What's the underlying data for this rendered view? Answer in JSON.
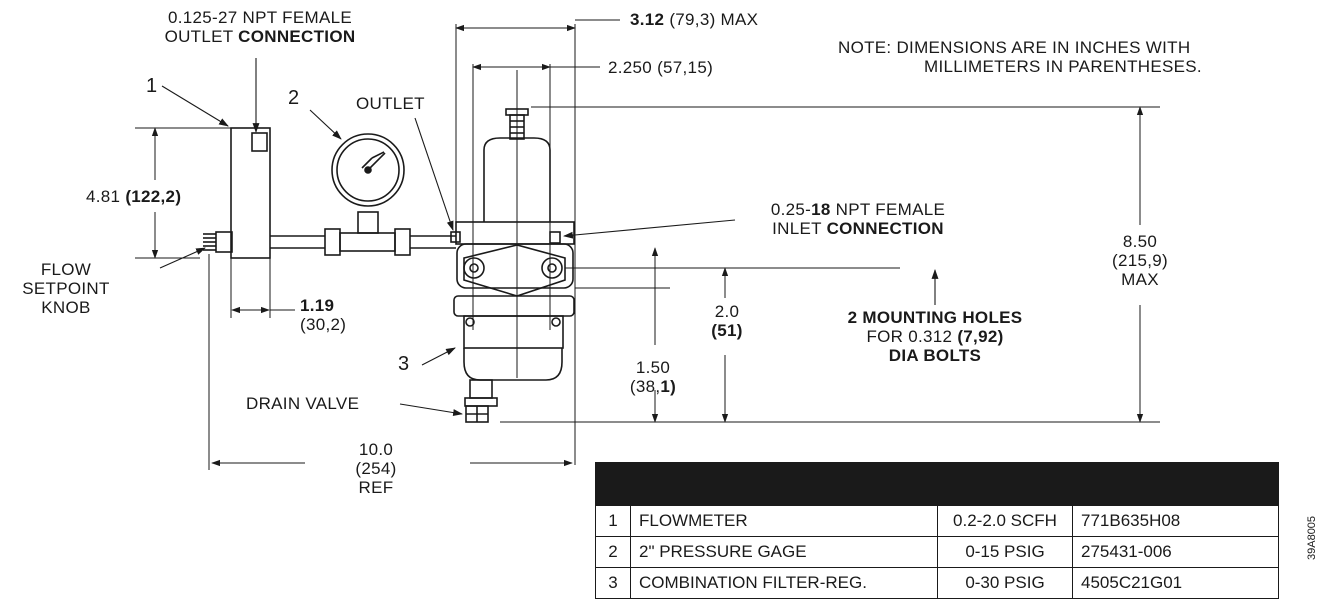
{
  "labels": {
    "outlet_conn_1": "0.125-27 NPT FEMALE",
    "outlet_conn_2a": "OUTLET ",
    "outlet_conn_2b": "CONNECTION",
    "outlet": "OUTLET",
    "dim_312": "3.12",
    "dim_312_mm": " (79,3)  MAX",
    "dim_2250": "2.250  (57,15)",
    "note_a": "NOTE:  ",
    "note_b": "DIMENSIONS ARE IN INCHES WITH",
    "note_c": "MILLIMETERS IN PARENTHESES.",
    "dim_481": "4.81 ",
    "dim_481_mm": "(122,2)",
    "flow_knob_1": "FLOW",
    "flow_knob_2": "SETPOINT",
    "flow_knob_3": "KNOB",
    "inlet_1a": "0.25-",
    "inlet_1b": "18",
    "inlet_1c": " NPT FEMALE",
    "inlet_2a": "INLET ",
    "inlet_2b": "CONNECTION",
    "dim_850": "8.50",
    "dim_850_mm": "(215,9)",
    "dim_850_max": "MAX",
    "dim_119": "1.19",
    "dim_119_mm": "(30,2)",
    "dim_20": "2.0",
    "dim_20_mm": "(51)",
    "mount_1": "2 MOUNTING HOLES",
    "mount_2a": "FOR 0.312 ",
    "mount_2b": "(7,92)",
    "mount_3": "DIA BOLTS",
    "dim_150": "1.50",
    "dim_150_mm_a": "(38,",
    "dim_150_mm_b": "1)",
    "drain": "DRAIN VALVE",
    "dim_100": "10.0",
    "dim_100_mm": "(254)",
    "dim_100_ref": "REF"
  },
  "callouts": {
    "c1": "1",
    "c2": "2",
    "c3": "3"
  },
  "parts_table": {
    "rows": [
      {
        "num": "1",
        "desc": "FLOWMETER",
        "range": "0.2-2.0 SCFH",
        "part": "771B635H08"
      },
      {
        "num": "2",
        "desc": "2\"  PRESSURE GAGE",
        "range": "0-15 PSIG",
        "part": "275431-006"
      },
      {
        "num": "3",
        "desc": "COMBINATION FILTER-REG.",
        "range": "0-30 PSIG",
        "part": "4505C21G01"
      }
    ]
  },
  "figure_id": "39A8005"
}
